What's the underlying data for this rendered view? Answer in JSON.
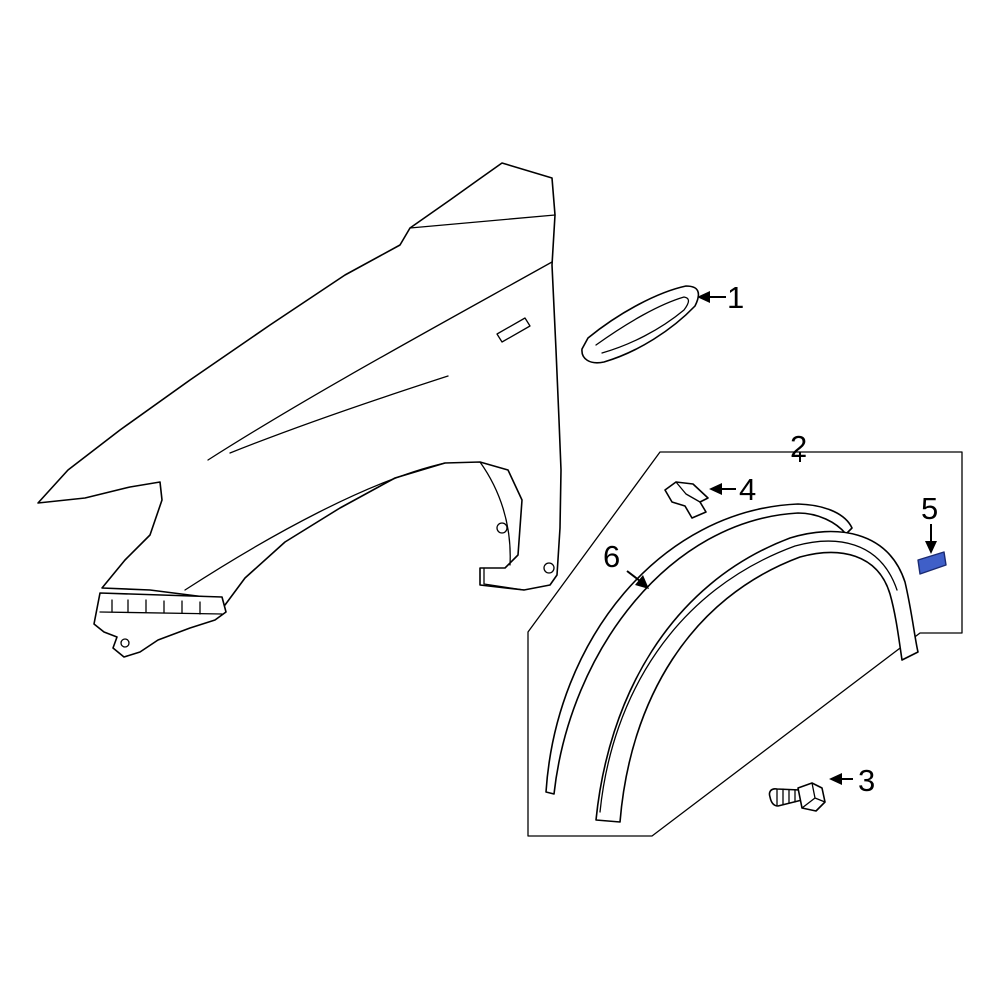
{
  "highlight_color": "#3f5fc8",
  "callouts": {
    "c1": "1",
    "c2": "2",
    "c3": "3",
    "c4": "4",
    "c5": "5",
    "c6": "6"
  }
}
